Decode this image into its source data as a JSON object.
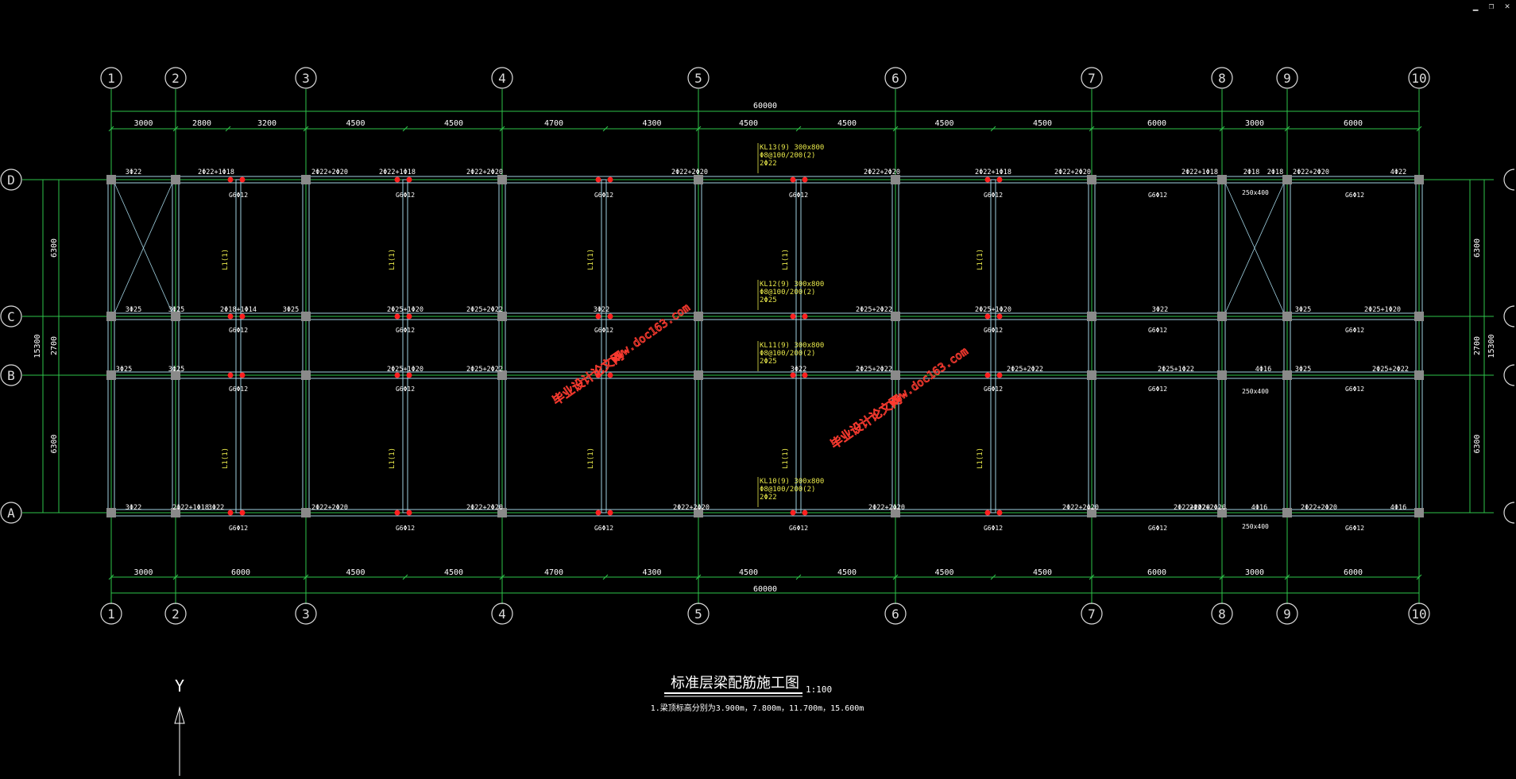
{
  "window": {
    "minimize_icon": "minimize-icon",
    "restore_icon": "restore-icon",
    "close_icon": "close-icon",
    "minimize_glyph": "▁",
    "restore_glyph": "❐",
    "close_glyph": "✕"
  },
  "colors": {
    "background": "#000000",
    "grid": "#2ec44a",
    "beam": "#9fd0e0",
    "label": "#ffffff",
    "annotation": "#e8e84a",
    "column": "#8a8a8a",
    "marker": "#ff2020",
    "watermark": "#ff3b30"
  },
  "grid": {
    "columns": [
      "1",
      "2",
      "3",
      "4",
      "5",
      "6",
      "7",
      "8",
      "9",
      "10"
    ],
    "rows": [
      "D",
      "C",
      "B",
      "A"
    ],
    "total_span": "60000",
    "top_spans": [
      "3000",
      "2800",
      "3200",
      "4500",
      "4500",
      "4700",
      "4300",
      "4500",
      "4500",
      "4500",
      "4500",
      "6000",
      "3000",
      "6000"
    ],
    "bottom_spans": [
      "3000",
      "6000",
      "4500",
      "4500",
      "4700",
      "4300",
      "4500",
      "4500",
      "4500",
      "4500",
      "6000",
      "3000",
      "6000"
    ],
    "left_spans": [
      "6300",
      "2700",
      "6300"
    ],
    "right_spans": [
      "6300",
      "2700",
      "6300"
    ],
    "left_total": "15300",
    "right_total": "15300"
  },
  "beam_labels": {
    "top_row": [
      "3Φ22",
      "2Φ22+1Φ18",
      "2Φ22+2Φ20",
      "2Φ22+1Φ18",
      "2Φ22+2Φ20",
      "2Φ22+2Φ20",
      "2Φ22+2Φ20",
      "2Φ22+1Φ18",
      "2Φ22+2Φ20",
      "2Φ22+1Φ18",
      "2Φ18",
      "2Φ18",
      "2Φ22+2Φ20",
      "4Φ22"
    ],
    "row_c": [
      "3Φ25",
      "3Φ25",
      "2Φ18+1Φ14",
      "3Φ25",
      "2Φ25+1Φ20",
      "2Φ25+2Φ22",
      "3Φ22",
      "2Φ25+2Φ22",
      "2Φ25+1Φ20",
      "3Φ22",
      "3Φ25",
      "2Φ25+1Φ20"
    ],
    "row_b": [
      "3Φ25",
      "3Φ25",
      "2Φ25+1Φ20",
      "2Φ25+2Φ22",
      "3Φ22",
      "2Φ25+2Φ22",
      "2Φ25+2Φ22",
      "2Φ25+1Φ22",
      "4Φ16",
      "3Φ25",
      "2Φ25+2Φ22"
    ],
    "bottom_row": [
      "3Φ22",
      "2Φ22+1Φ18",
      "3Φ22",
      "2Φ22+2Φ20",
      "2Φ22+2Φ20",
      "2Φ22+2Φ20",
      "2Φ22+2Φ20",
      "2Φ22+2Φ20",
      "2Φ22+2Φ20",
      "2Φ22+2Φ20",
      "4Φ16",
      "2Φ22+2Φ20",
      "4Φ16"
    ],
    "stirrup": "G6Φ12",
    "beam_size": "250x400",
    "spec_kl13": "KL13(9) 300x800",
    "spec_kl12": "KL12(9) 300x800",
    "spec_kl11": "KL11(9) 300x800",
    "spec_kl10": "KL10(9) 300x800",
    "spec_hoop": "Φ8@100/200(2)",
    "spec_bar_a": "2Φ22",
    "spec_bar_b": "2Φ25",
    "secondary": "L1(1)"
  },
  "watermarks": [
    "毕业设计论文网",
    "www.doc163.com"
  ],
  "title": {
    "main": "标准层梁配筋施工图",
    "scale": "1:100",
    "note": "1.梁顶标高分别为3.900m，7.800m，11.700m，15.600m"
  },
  "axis_indicator": {
    "label": "Y"
  }
}
